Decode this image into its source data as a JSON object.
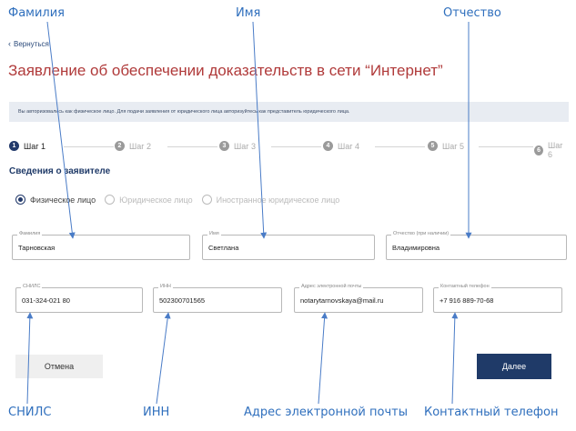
{
  "callouts": {
    "last_name": "Фамилия",
    "first_name": "Имя",
    "patronymic": "Отчество",
    "snils": "СНИЛС",
    "inn": "ИНН",
    "email": "Адрес электронной почты",
    "phone": "Контактный телефон"
  },
  "back_link": {
    "label": "Вернуться"
  },
  "page_title": "Заявление об обеспечении доказательств в сети “Интернет”",
  "info_banner": "Вы авторизовались как физическое лицо. Для подачи заявления от юридического лица авторизуйтесь как представитель юридического лица.",
  "steps": [
    {
      "number": "1",
      "label": "Шаг 1",
      "active": true
    },
    {
      "number": "2",
      "label": "Шаг 2",
      "active": false
    },
    {
      "number": "3",
      "label": "Шаг 3",
      "active": false
    },
    {
      "number": "4",
      "label": "Шаг 4",
      "active": false
    },
    {
      "number": "5",
      "label": "Шаг 5",
      "active": false
    },
    {
      "number": "6",
      "label": "Шаг 6",
      "active": false
    }
  ],
  "section_title": "Сведения о заявителе",
  "applicant_type": {
    "options": [
      "Физическое лицо",
      "Юридическое лицо",
      "Иностранное юридическое лицо"
    ],
    "selected": "Физическое лицо"
  },
  "fields": {
    "last_name": {
      "label": "Фамилия",
      "value": "Тарновская"
    },
    "first_name": {
      "label": "Имя",
      "value": "Светлана"
    },
    "patronymic": {
      "label": "Отчество (при наличии)",
      "value": "Владимировна"
    },
    "snils": {
      "label": "СНИЛС",
      "value": "031-324-021 80"
    },
    "inn": {
      "label": "ИНН",
      "value": "502300701565"
    },
    "email": {
      "label": "Адрес электронной почты",
      "value": "notarytarnovskaya@mail.ru"
    },
    "phone": {
      "label": "Контактный телефон",
      "value": "+7 916 889-70-68"
    }
  },
  "buttons": {
    "cancel": "Отмена",
    "next": "Далее"
  },
  "colors": {
    "arrow": "#4a7cc7",
    "title": "#b03a3a",
    "primary": "#1f3a68",
    "banner_bg": "#e8ecf2"
  }
}
